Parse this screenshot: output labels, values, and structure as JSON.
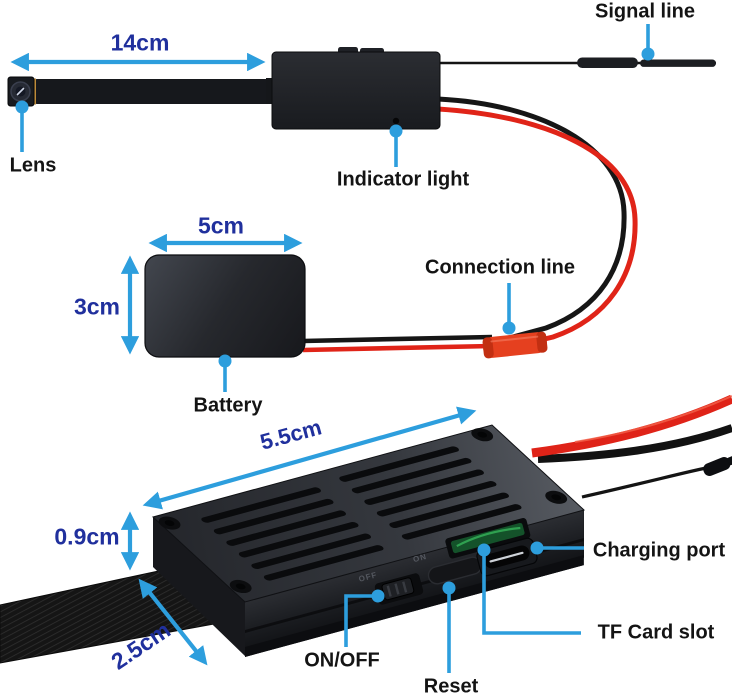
{
  "title": "Mini camera module annotated diagram",
  "colors": {
    "background": "#ffffff",
    "annotation_blue": "#2d9edd",
    "dimension_text_navy": "#20309d",
    "label_text_black": "#141414",
    "wire_red": "#e02418",
    "connector_red": "#e5401f",
    "pcb_green": "#2fa050",
    "device_dark": "#1b1d21",
    "gold_contact": "#bd8b3a"
  },
  "annotations": {
    "dim_14cm": "14cm",
    "label_signal_line": "Signal line",
    "label_lens": "Lens",
    "label_indicator_light": "Indicator light",
    "dim_5cm": "5cm",
    "dim_3cm": "3cm",
    "label_battery": "Battery",
    "label_connection_line": "Connection line",
    "dim_5_5cm": "5.5cm",
    "dim_0_9cm": "0.9cm",
    "dim_2_5cm": "2.5cm",
    "label_on_off": "ON/OFF",
    "label_reset": "Reset",
    "label_tf_card_slot": "TF Card slot",
    "label_charging_port": "Charging port"
  },
  "device_markings": {
    "switch_off": "OFF",
    "switch_on": "ON"
  }
}
